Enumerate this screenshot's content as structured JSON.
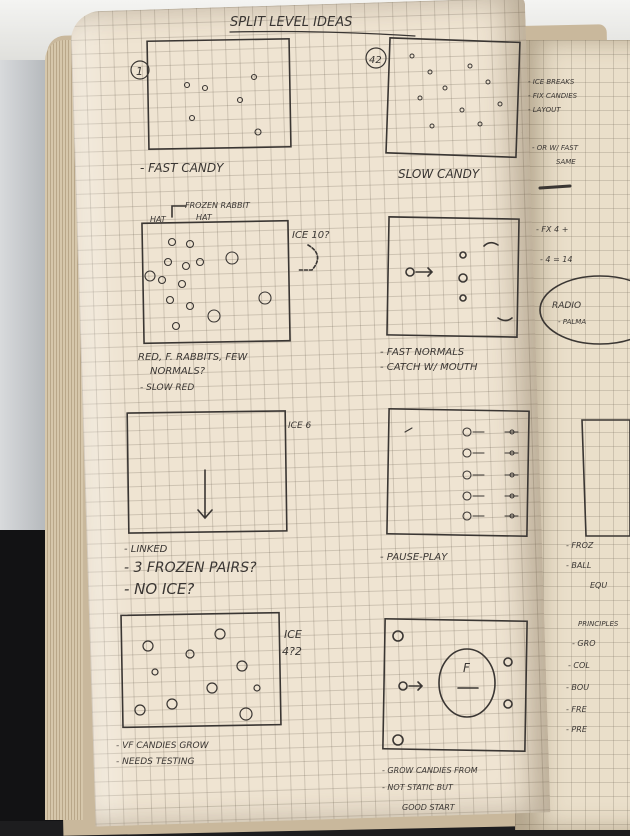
{
  "page": {
    "header": "SPLIT LEVEL IDEAS"
  },
  "sketches": {
    "s1": {
      "number": "1",
      "caption": "- FAST CANDY"
    },
    "s2": {
      "number": "42",
      "caption": "SLOW CANDY"
    },
    "s3": {
      "top_note": "FROZEN RABBIT",
      "top_note2": "HAT",
      "top_note3": "HAT",
      "side_note": "ICE 10?",
      "caption1": "RED, F. RABBITS, FEW",
      "caption2": "NORMALS?",
      "caption3": "- SLOW RED"
    },
    "s4": {
      "caption1": "- FAST NORMALS",
      "caption2": "- CATCH W/ MOUTH"
    },
    "s5": {
      "side_note": "ICE 6",
      "caption1": "- LINKED",
      "caption2": "- 3 FROZEN PAIRS?",
      "caption3": "- NO ICE?"
    },
    "s6": {
      "caption": "- PAUSE-PLAY"
    },
    "s7": {
      "side_note1": "ICE",
      "side_note2": "4?2",
      "caption1": "- VF CANDIES GROW",
      "caption2": "- NEEDS TESTING"
    },
    "s8": {
      "circle_letter": "F",
      "caption1": "- GROW CANDIES FROM",
      "caption2": "- NOT STATIC BUT",
      "caption3": "GOOD START"
    }
  },
  "right_page": {
    "lines": [
      "- ICE BREAKS",
      "- FIX CANDIES",
      "- LAYOUT",
      "- OR W/ FAST",
      "SAME",
      "- FX 4 +",
      "- 4 = 14",
      "RADIO",
      "- PALMA",
      "- FROZ",
      "- BALL",
      "EQU",
      "PRINCIPLES",
      "- GRO",
      "- COL",
      "- BOU",
      "- FRE",
      "- PRE"
    ]
  },
  "colors": {
    "ink": "#3a3633",
    "paper": "#efe4d2",
    "grid": "#8a7c68"
  }
}
